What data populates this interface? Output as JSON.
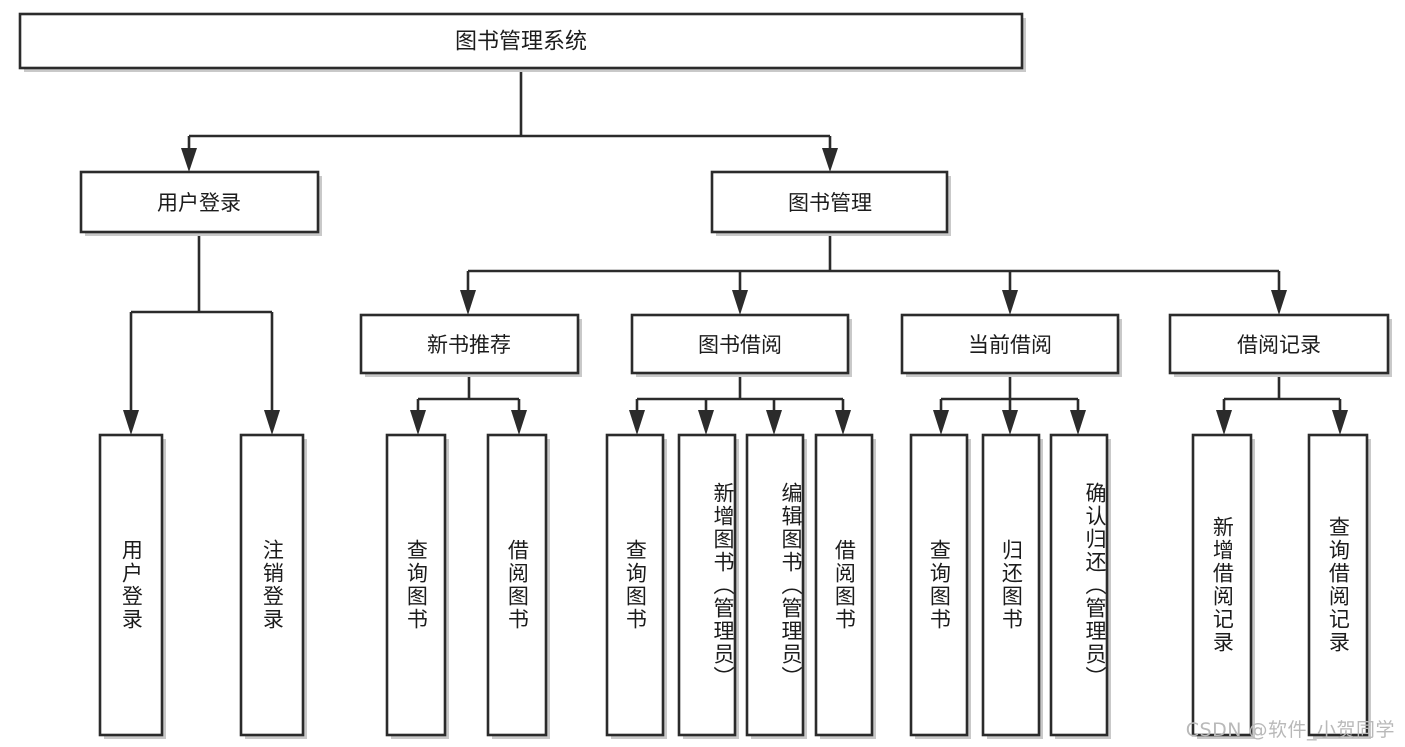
{
  "diagram": {
    "title_node": {
      "id": "root",
      "label": "图书管理系统"
    },
    "level2": [
      {
        "id": "user-login",
        "label": "用户登录"
      },
      {
        "id": "book-management",
        "label": "图书管理"
      }
    ],
    "level3": [
      {
        "id": "new-book-recommend",
        "label": "新书推荐",
        "parent": "book-management"
      },
      {
        "id": "book-borrow",
        "label": "图书借阅",
        "parent": "book-management"
      },
      {
        "id": "current-borrow",
        "label": "当前借阅",
        "parent": "book-management"
      },
      {
        "id": "borrow-record",
        "label": "借阅记录",
        "parent": "book-management"
      }
    ],
    "leaves": [
      {
        "id": "leaf-user-login",
        "label": "用户登录",
        "parent": "user-login"
      },
      {
        "id": "leaf-logout",
        "label": "注销登录",
        "parent": "user-login"
      },
      {
        "id": "leaf-query-book-1",
        "label": "查询图书",
        "parent": "new-book-recommend"
      },
      {
        "id": "leaf-borrow-book-1",
        "label": "借阅图书",
        "parent": "new-book-recommend"
      },
      {
        "id": "leaf-query-book-2",
        "label": "查询图书",
        "parent": "book-borrow"
      },
      {
        "id": "leaf-add-book",
        "label": "新增图书（管理员）",
        "parent": "book-borrow"
      },
      {
        "id": "leaf-edit-book",
        "label": "编辑图书（管理员）",
        "parent": "book-borrow"
      },
      {
        "id": "leaf-borrow-book-2",
        "label": "借阅图书",
        "parent": "book-borrow"
      },
      {
        "id": "leaf-query-book-3",
        "label": "查询图书",
        "parent": "current-borrow"
      },
      {
        "id": "leaf-return-book",
        "label": "归还图书",
        "parent": "current-borrow"
      },
      {
        "id": "leaf-confirm-return",
        "label": "确认归还（管理员）",
        "parent": "current-borrow"
      },
      {
        "id": "leaf-add-record",
        "label": "新增借阅记录",
        "parent": "borrow-record"
      },
      {
        "id": "leaf-query-record",
        "label": "查询借阅记录",
        "parent": "borrow-record"
      }
    ]
  },
  "watermark": {
    "text": "CSDN @软件_小贺同学"
  },
  "colors": {
    "stroke": "#2b2b2b",
    "shadow": "#c9c9c9",
    "background": "#ffffff",
    "text": "#1c1c1c",
    "watermark": "#b9b9b9"
  }
}
